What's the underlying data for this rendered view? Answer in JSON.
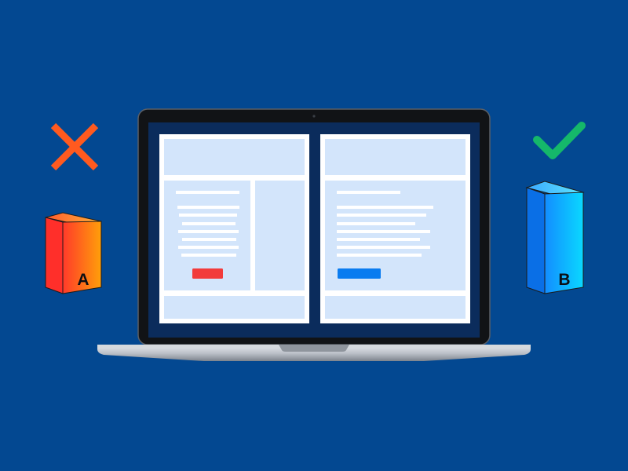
{
  "variants": {
    "a": {
      "label": "A",
      "verdict": "rejected",
      "verdict_icon": "cross-icon",
      "button_color": "#f23b3b",
      "box_color_start": "#ff3a2a",
      "box_color_end": "#ff9f0a",
      "verdict_color": "#ff5a1f"
    },
    "b": {
      "label": "B",
      "verdict": "approved",
      "verdict_icon": "check-icon",
      "button_color": "#0a7cf0",
      "box_color_start": "#1aa0ff",
      "box_color_end": "#0ad9ff",
      "verdict_color": "#15b86a"
    }
  },
  "colors": {
    "background": "#034891",
    "laptop_screen": "#0b2c5c",
    "wireframe_fill": "#d3e5fb",
    "wireframe_line": "#ffffff"
  }
}
